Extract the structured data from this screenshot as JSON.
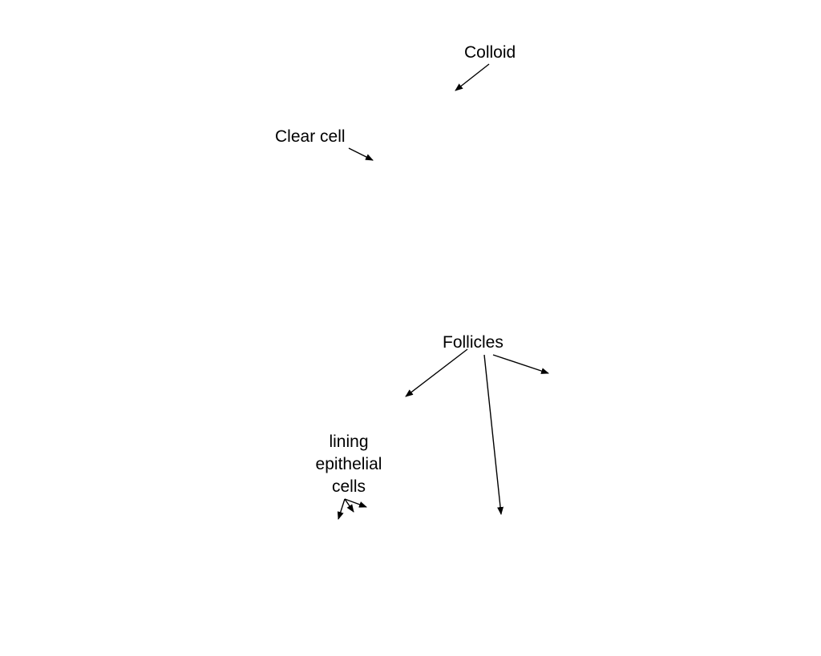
{
  "labels": {
    "colloid": "Colloid",
    "clear_cell": "Clear cell",
    "follicles": "Follicles",
    "lining_epithelial_cells": [
      "lining",
      "epithelial",
      "cells"
    ]
  },
  "colors": {
    "background": "#ffffff",
    "ink": "#000000"
  }
}
